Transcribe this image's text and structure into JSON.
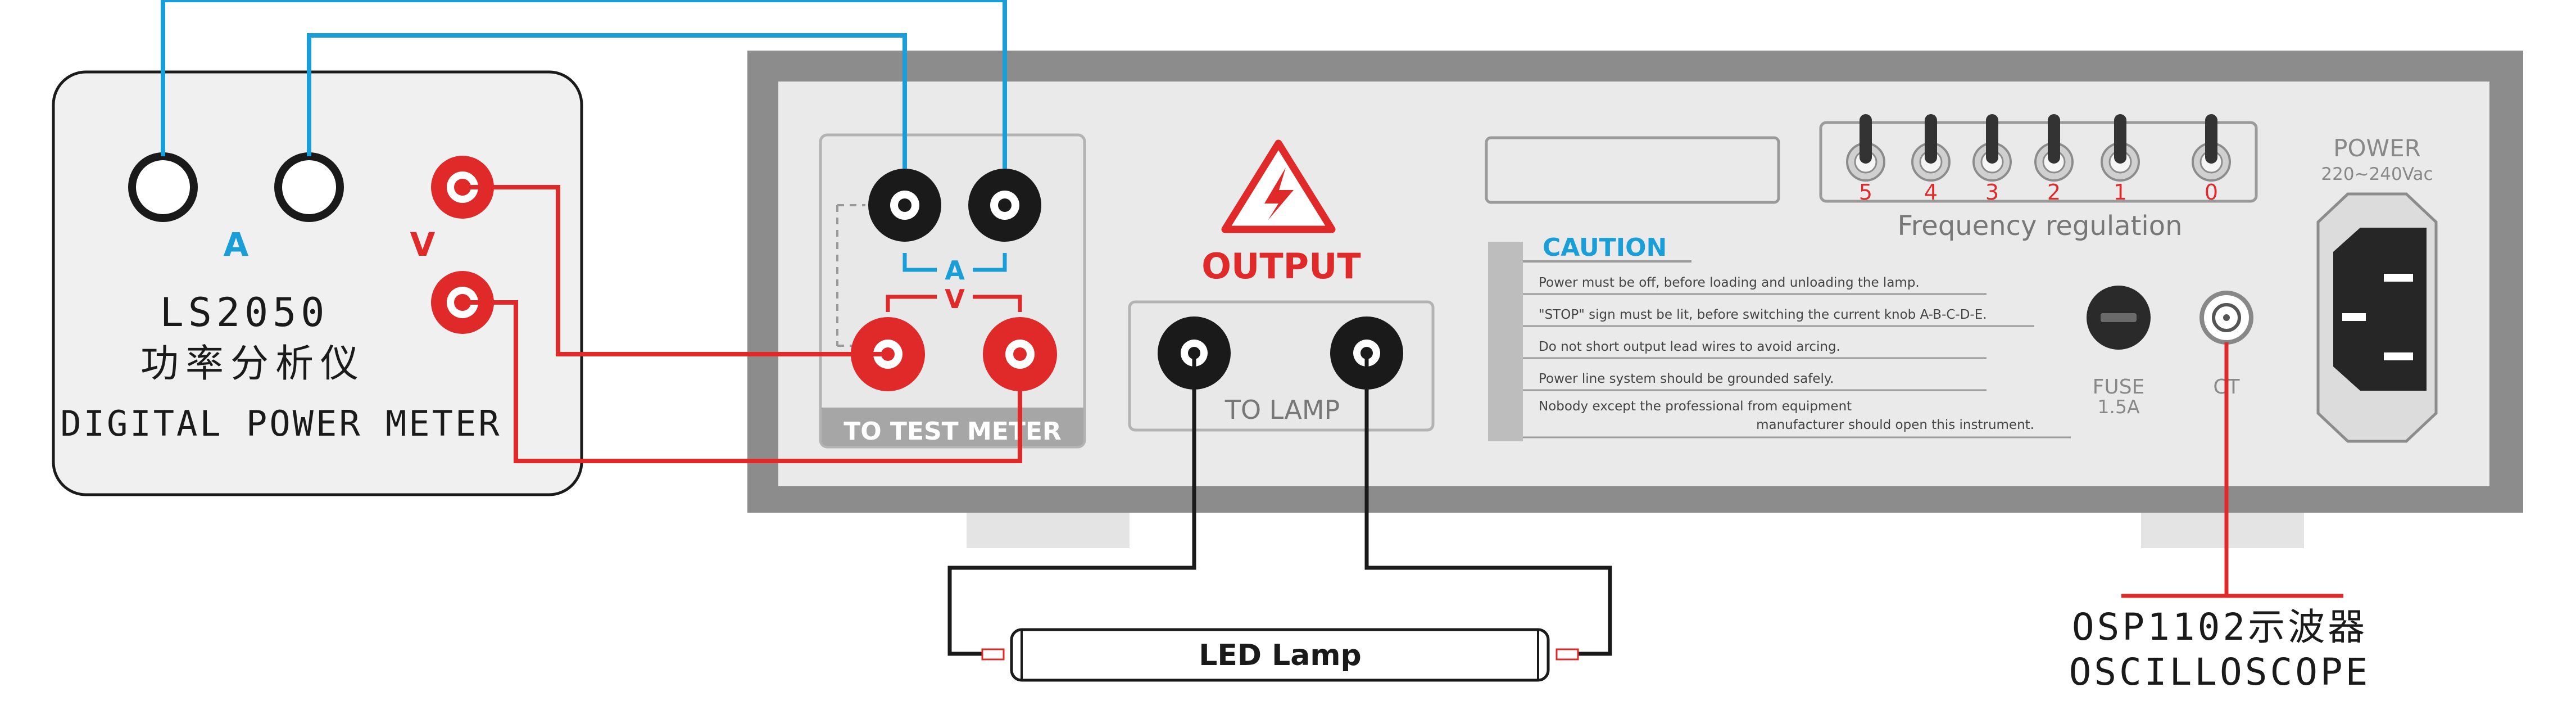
{
  "power_meter": {
    "model": "LS2050",
    "chinese_name": "功率分析仪",
    "english_name": "DIGITAL POWER METER",
    "label_a": "A",
    "label_v": "V"
  },
  "test_meter_panel": {
    "label_a": "A",
    "label_v": "V",
    "footer": "TO  TEST  METER"
  },
  "output": {
    "title": "OUTPUT",
    "lamp_label": "TO  LAMP"
  },
  "frequency": {
    "title": "Frequency regulation",
    "numbers": [
      "5",
      "4",
      "3",
      "2",
      "1",
      "0"
    ]
  },
  "caution": {
    "title": "CAUTION",
    "lines": [
      "Power must be off, before loading and unloading the lamp.",
      "\"STOP\" sign must be lit, before switching the current knob  A-B-C-D-E.",
      "Do not short output lead wires to avoid arcing.",
      "Power line system should be grounded safely.",
      "Nobody except the professional from equipment",
      "manufacturer should open this instrument."
    ]
  },
  "fuse": {
    "label": "FUSE",
    "rating": "1.5A"
  },
  "ct": {
    "label": "CT"
  },
  "power": {
    "label": "POWER",
    "voltage": "220~240Vac"
  },
  "lamp": {
    "label": "LED Lamp"
  },
  "oscilloscope": {
    "model": "OSP1102示波器",
    "name": "OSCILLOSCOPE"
  },
  "colors": {
    "wire_blue": "#1a9ed8",
    "wire_red": "#e02a2a",
    "wire_black": "#1a1a1a",
    "case_gray": "#8c8c8c",
    "panel_face": "#eaeaea"
  }
}
